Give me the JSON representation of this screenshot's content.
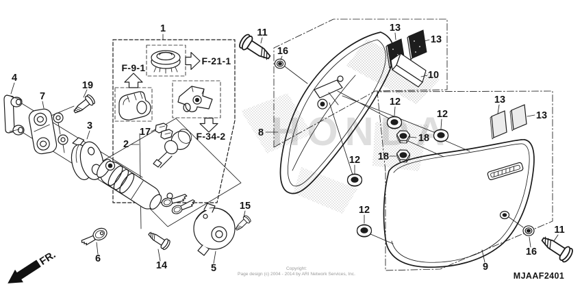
{
  "page": {
    "diagram_code": "MJAAF2401",
    "copyright_line1": "Copyright:",
    "copyright_line2": "Page design (c) 2004 - 2014 by ARI Network Services, Inc.",
    "watermark": "HONDA",
    "front_marker": "FR."
  },
  "references": {
    "f91": "F-9-1",
    "f211": "F-21-1",
    "f342": "F-34-2"
  },
  "callouts": {
    "1": "1",
    "2": "2",
    "3": "3",
    "4": "4",
    "5": "5",
    "6": "6",
    "7": "7",
    "8": "8",
    "9": "9",
    "10": "10",
    "11": "11",
    "12": "12",
    "13": "13",
    "14": "14",
    "15": "15",
    "16": "16",
    "17": "17",
    "18": "18",
    "19": "19"
  },
  "colors": {
    "line": "#1a1a1a",
    "pad_dark": "#1d1d1d",
    "pad_light": "#ececec",
    "halftone_dot": "#8f8f8f",
    "watermark": "#2b2b2b"
  }
}
